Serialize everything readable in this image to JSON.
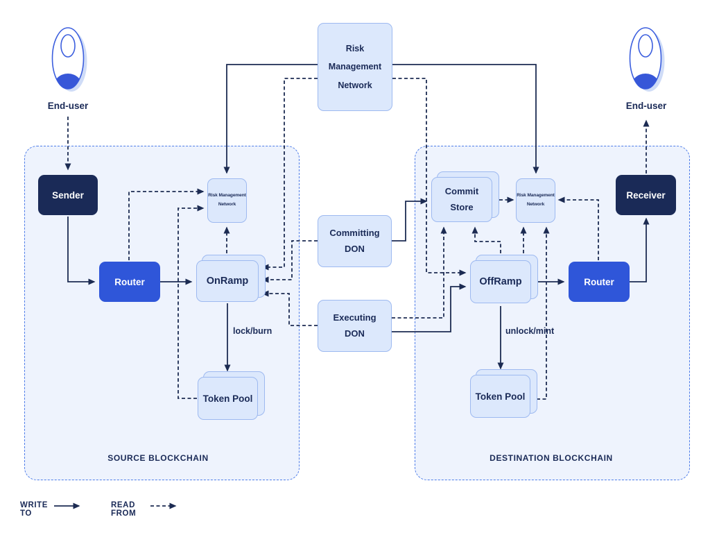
{
  "diagram": {
    "top_network": {
      "label": "Risk Management Network"
    },
    "end_user_left": {
      "label": "End-user"
    },
    "end_user_right": {
      "label": "End-user"
    },
    "rmn_small": {
      "line1": "Risk Management",
      "line2": "Network"
    },
    "source_chain": {
      "title": "SOURCE BLOCKCHAIN",
      "sender": "Sender",
      "router": "Router",
      "onramp": "OnRamp",
      "token_pool": "Token Pool",
      "lock_burn": "lock/burn"
    },
    "middle": {
      "committing_don": "Committing DON",
      "executing_don": "Executing DON"
    },
    "dest_chain": {
      "title": "DESTINATION BLOCKCHAIN",
      "commit_store": "Commit Store",
      "offramp": "OffRamp",
      "token_pool": "Token Pool",
      "unlock_mint": "unlock/mint",
      "receiver": "Receiver",
      "router": "Router"
    },
    "edges": [
      {
        "from": "end-user",
        "to": "sender",
        "type": "read"
      },
      {
        "from": "sender",
        "to": "router-source",
        "type": "write"
      },
      {
        "from": "router-source",
        "to": "onramp",
        "type": "write"
      },
      {
        "from": "router-source",
        "to": "rmn-source",
        "type": "read"
      },
      {
        "from": "token-pool-source",
        "to": "rmn-source",
        "type": "read"
      },
      {
        "from": "onramp",
        "to": "rmn-source",
        "type": "read"
      },
      {
        "from": "onramp",
        "to": "token-pool-source",
        "type": "write",
        "label": "lock/burn"
      },
      {
        "from": "risk-management-network",
        "to": "rmn-source",
        "type": "write"
      },
      {
        "from": "risk-management-network",
        "to": "rmn-dest",
        "type": "write"
      },
      {
        "from": "risk-management-network",
        "to": "onramp",
        "type": "read"
      },
      {
        "from": "risk-management-network",
        "to": "offramp",
        "type": "read"
      },
      {
        "from": "committing-don",
        "to": "onramp",
        "type": "read"
      },
      {
        "from": "executing-don",
        "to": "onramp",
        "type": "read"
      },
      {
        "from": "committing-don",
        "to": "commit-store",
        "type": "write"
      },
      {
        "from": "executing-don",
        "to": "commit-store",
        "type": "read"
      },
      {
        "from": "executing-don",
        "to": "offramp",
        "type": "write"
      },
      {
        "from": "offramp",
        "to": "commit-store",
        "type": "read"
      },
      {
        "from": "offramp",
        "to": "rmn-dest",
        "type": "read"
      },
      {
        "from": "commit-store",
        "to": "rmn-dest",
        "type": "read"
      },
      {
        "from": "router-dest",
        "to": "rmn-dest",
        "type": "read"
      },
      {
        "from": "token-pool-dest",
        "to": "rmn-dest",
        "type": "read"
      },
      {
        "from": "offramp",
        "to": "token-pool-dest",
        "type": "write",
        "label": "unlock/mint"
      },
      {
        "from": "offramp",
        "to": "router-dest",
        "type": "write"
      },
      {
        "from": "router-dest",
        "to": "receiver",
        "type": "write"
      },
      {
        "from": "receiver",
        "to": "end-user",
        "type": "read"
      }
    ]
  },
  "legend": {
    "write_to": "WRITE TO",
    "read_from": "READ FROM"
  },
  "colors": {
    "navy": "#1a2a57",
    "blue": "#2f56d9",
    "box_fill": "#dce8fc",
    "box_border": "#9db9f0",
    "container_fill": "#eef3fd",
    "container_border": "#4d7ce9",
    "line": "#1c2b52"
  }
}
